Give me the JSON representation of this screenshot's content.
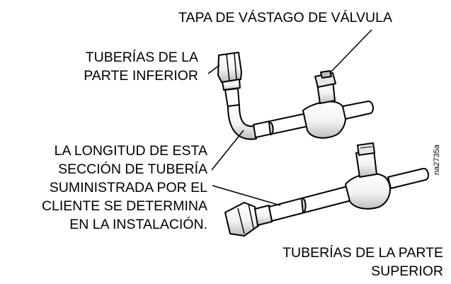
{
  "labels": {
    "valve_cap": "TAPA DE VÁSTAGO DE VÁLVULA",
    "lower_piping": [
      "TUBERÍAS DE LA",
      "PARTE INFERIOR"
    ],
    "length_note": [
      "LA LONGITUD DE ESTA",
      "SECCIÓN DE TUBERÍA",
      "SUMINISTRADA POR EL",
      "CLIENTE SE DETERMINA",
      "EN LA INSTALACIÓN."
    ],
    "upper_piping": [
      "TUBERÍAS DE LA PARTE",
      "SUPERIOR"
    ],
    "figure_id": "na2735a"
  },
  "colors": {
    "stroke": "#000000",
    "pipe_fill": "#ffffff",
    "shade": "#c8c8c8"
  }
}
